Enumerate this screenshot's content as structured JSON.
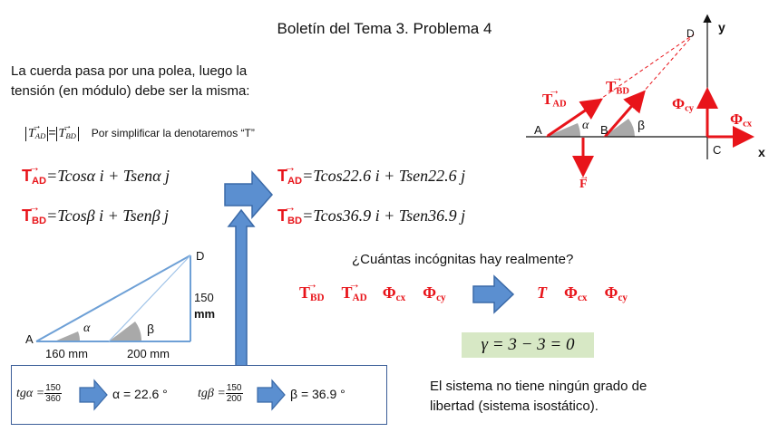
{
  "title": "Boletín del Tema 3. Problema 4",
  "intro": {
    "line1": "La cuerda pasa por una polea, luego la",
    "line2": "tensión (en módulo) debe ser la misma:"
  },
  "module_eq": {
    "lhs": "T",
    "lhs_sub": "AD",
    "eq": "=",
    "rhs": "T",
    "rhs_sub": "BD",
    "note": "Por simplificar la denotaremos “T”"
  },
  "vectors": {
    "T": "T",
    "ad": "AD",
    "bd": "BD",
    "eq_ad_general": "=Tcosα i + Tsenα j",
    "eq_bd_general": "=Tcosβ i + Tsenβ j",
    "eq_ad_numeric": "=Tcos22.6 i + Tsen22.6 j",
    "eq_bd_numeric": "=Tcos36.9 i + Tsen36.9 j"
  },
  "question": "¿Cuántas incógnitas hay realmente?",
  "unknowns_left": [
    "T_BD",
    "T_AD",
    "Φcx",
    "Φcy"
  ],
  "unknowns_right": [
    "T",
    "Φcx",
    "Φcy"
  ],
  "phi": {
    "symbol": "Φ",
    "cx": "cx",
    "cy": "cy"
  },
  "gamma_eq": "γ = 3 − 3 = 0",
  "conclusion": {
    "line1": "El sistema no tiene ningún grado de",
    "line2": "libertad (sistema isostático)."
  },
  "triangle": {
    "a": "A",
    "d": "D",
    "alpha": "α",
    "beta": "β",
    "h_value": "150",
    "h_unit": "mm",
    "base1": "160 mm",
    "base2": "200 mm"
  },
  "tg_box": {
    "tga": "tgα =",
    "tga_num": "150",
    "tga_den": "360",
    "alpha_result": "α = 22.6 °",
    "tgb": "tgβ =",
    "tgb_num": "150",
    "tgb_den": "200",
    "beta_result": "β = 36.9 °"
  },
  "fbd": {
    "a": "A",
    "b": "B",
    "c": "C",
    "d": "D",
    "x": "x",
    "y": "y",
    "alpha": "α",
    "beta": "β",
    "f": "F"
  },
  "colors": {
    "red": "#e8141a",
    "arrow_blue": "#5b8fd0",
    "arrow_border": "#3b6aa8",
    "box_border": "#3b5e98",
    "green_box": "#d7e8c5"
  }
}
